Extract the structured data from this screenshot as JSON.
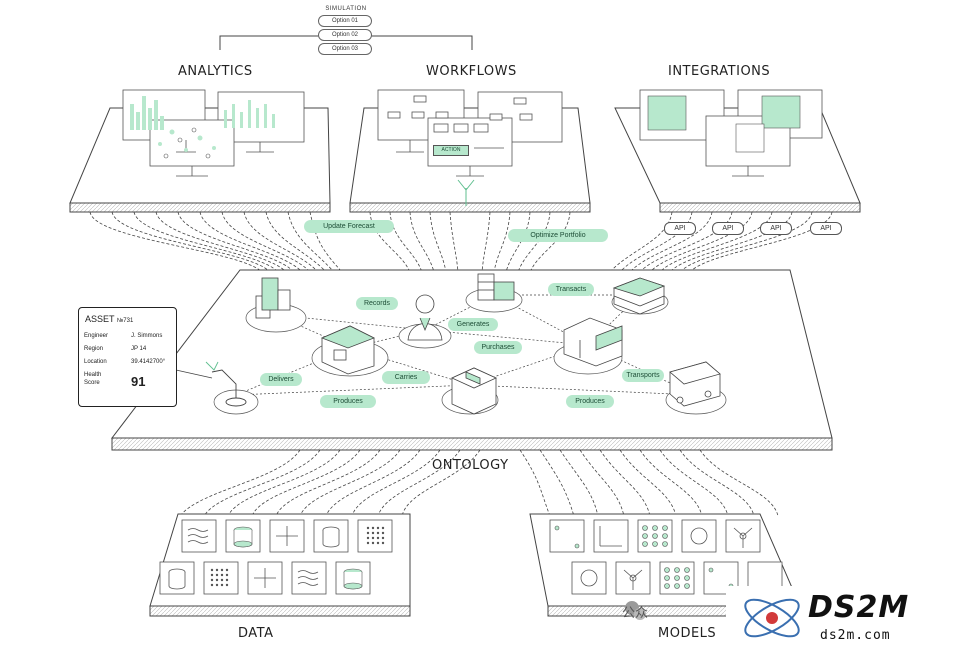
{
  "simulation": {
    "title": "SIMULATION",
    "options": [
      "Option 01",
      "Option 02",
      "Option 03"
    ]
  },
  "sections": {
    "analytics": "ANALYTICS",
    "workflows": "WORKFLOWS",
    "integrations": "INTEGRATIONS",
    "ontology": "ONTOLOGY",
    "data": "DATA",
    "models": "MODELS"
  },
  "workflow_action": "ACTION",
  "connectors": {
    "update_forecast": "Update Forecast",
    "optimize_portfolio": "Optimize Portfolio"
  },
  "api_badges": [
    "API",
    "API",
    "API",
    "API"
  ],
  "ontology_relations": {
    "records": "Records",
    "transacts": "Transacts",
    "generates": "Generates",
    "purchases": "Purchases",
    "delivers": "Delivers",
    "carries": "Carries",
    "transports": "Transports",
    "produces_1": "Produces",
    "produces_2": "Produces"
  },
  "asset_card": {
    "title": "ASSET",
    "number": "№731",
    "rows": [
      {
        "key": "Engineer",
        "value": "J. Simmons"
      },
      {
        "key": "Region",
        "value": "JP 14"
      },
      {
        "key": "Location",
        "value": "39.4142700°"
      }
    ],
    "health_label_1": "Health",
    "health_label_2": "Score",
    "health_value": "91"
  },
  "watermark": {
    "wechat_text": "公众",
    "brand": "DS2M",
    "site": "ds2m.com"
  },
  "colors": {
    "accent": "#b7e8cd",
    "accent_dark": "#5fbf8f",
    "line": "#333333"
  }
}
